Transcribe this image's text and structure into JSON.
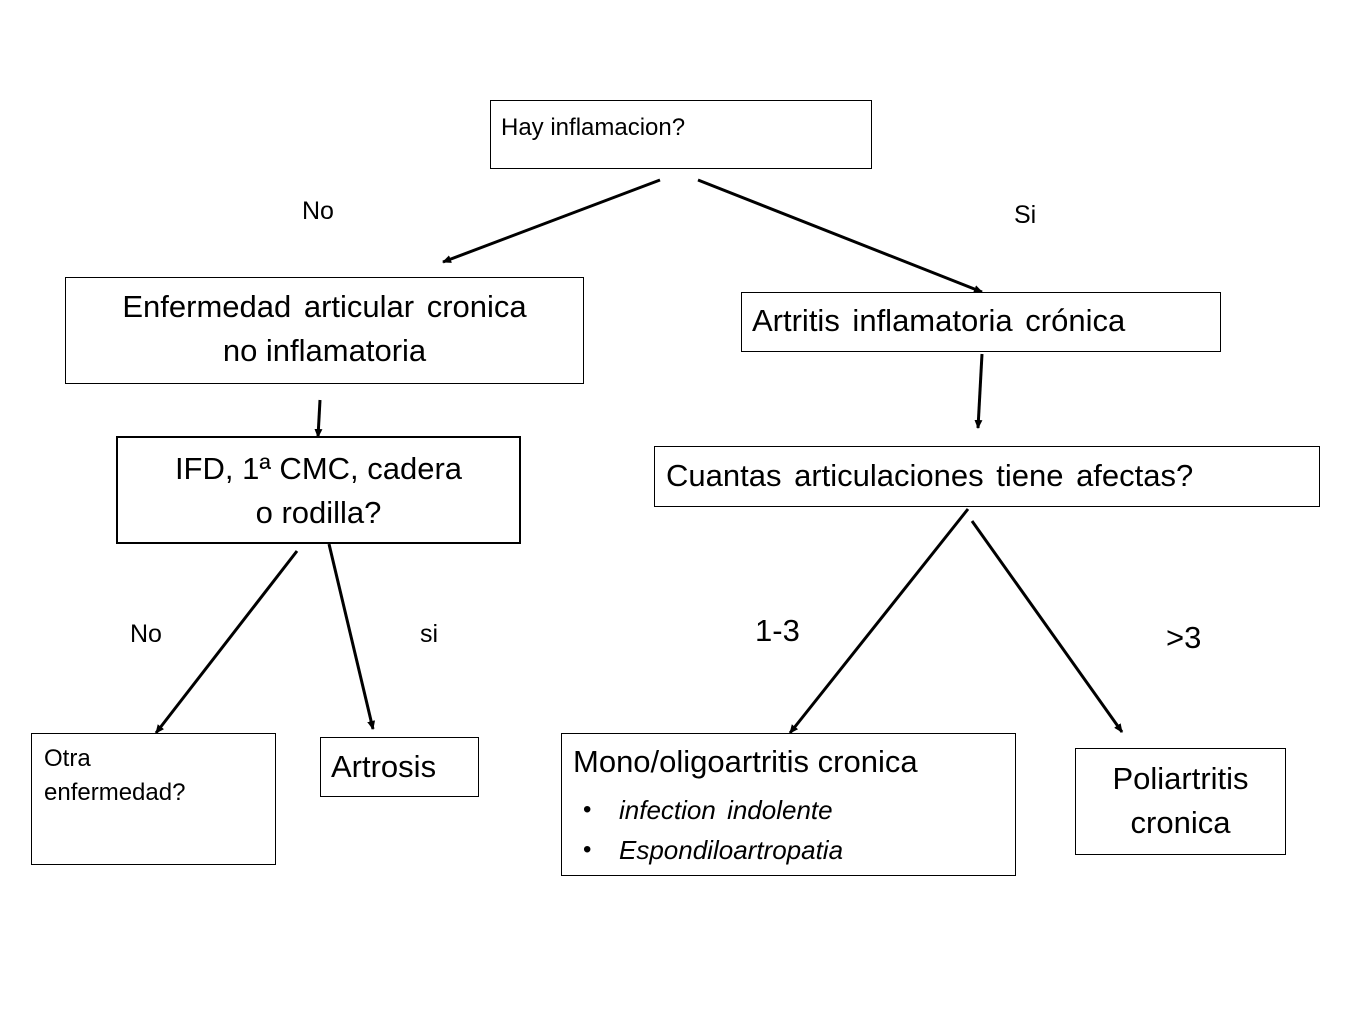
{
  "nodes": {
    "root": "Hay inflamacion?",
    "no_inflam": [
      "Enfermedad articular cronica",
      "no inflamatoria"
    ],
    "inflam": "Artritis inflamatoria crónica",
    "ifd": [
      "IFD, 1ª CMC, cadera",
      "o rodilla?"
    ],
    "cuantas": "Cuantas articulaciones tiene afectas?",
    "otra": [
      "Otra",
      "enfermedad?"
    ],
    "artrosis": "Artrosis",
    "mono": {
      "title": "Mono/oligoartritis cronica",
      "items": [
        "infection indolente",
        "Espondiloartropatia"
      ]
    },
    "poli": [
      "Poliartritis",
      "cronica"
    ]
  },
  "edge_labels": {
    "root_no": "No",
    "root_si": "Si",
    "ifd_no": "No",
    "ifd_si": "si",
    "cuantas_1_3": "1-3",
    "cuantas_gt3": ">3"
  }
}
